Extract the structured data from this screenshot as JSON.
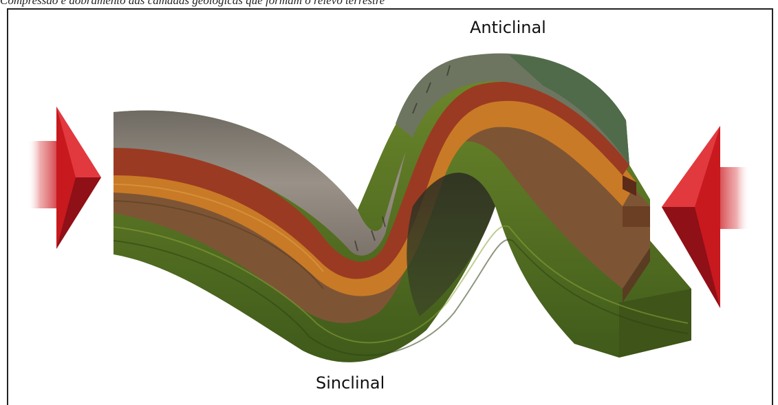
{
  "caption_fragment": "Compressão e dobramento das camadas geológicas que formam o relevo terrestre",
  "labels": {
    "anticline": "Anticlinal",
    "syncline": "Sinclinal"
  },
  "colors": {
    "arrow": "#c8191f",
    "soil_top": "#8a8278",
    "moss": "#4f6b4a",
    "red_layer": "#9b3a22",
    "orange_layer": "#c97a26",
    "brown_layer": "#7d5535",
    "green_layer": "#5e7a23"
  }
}
